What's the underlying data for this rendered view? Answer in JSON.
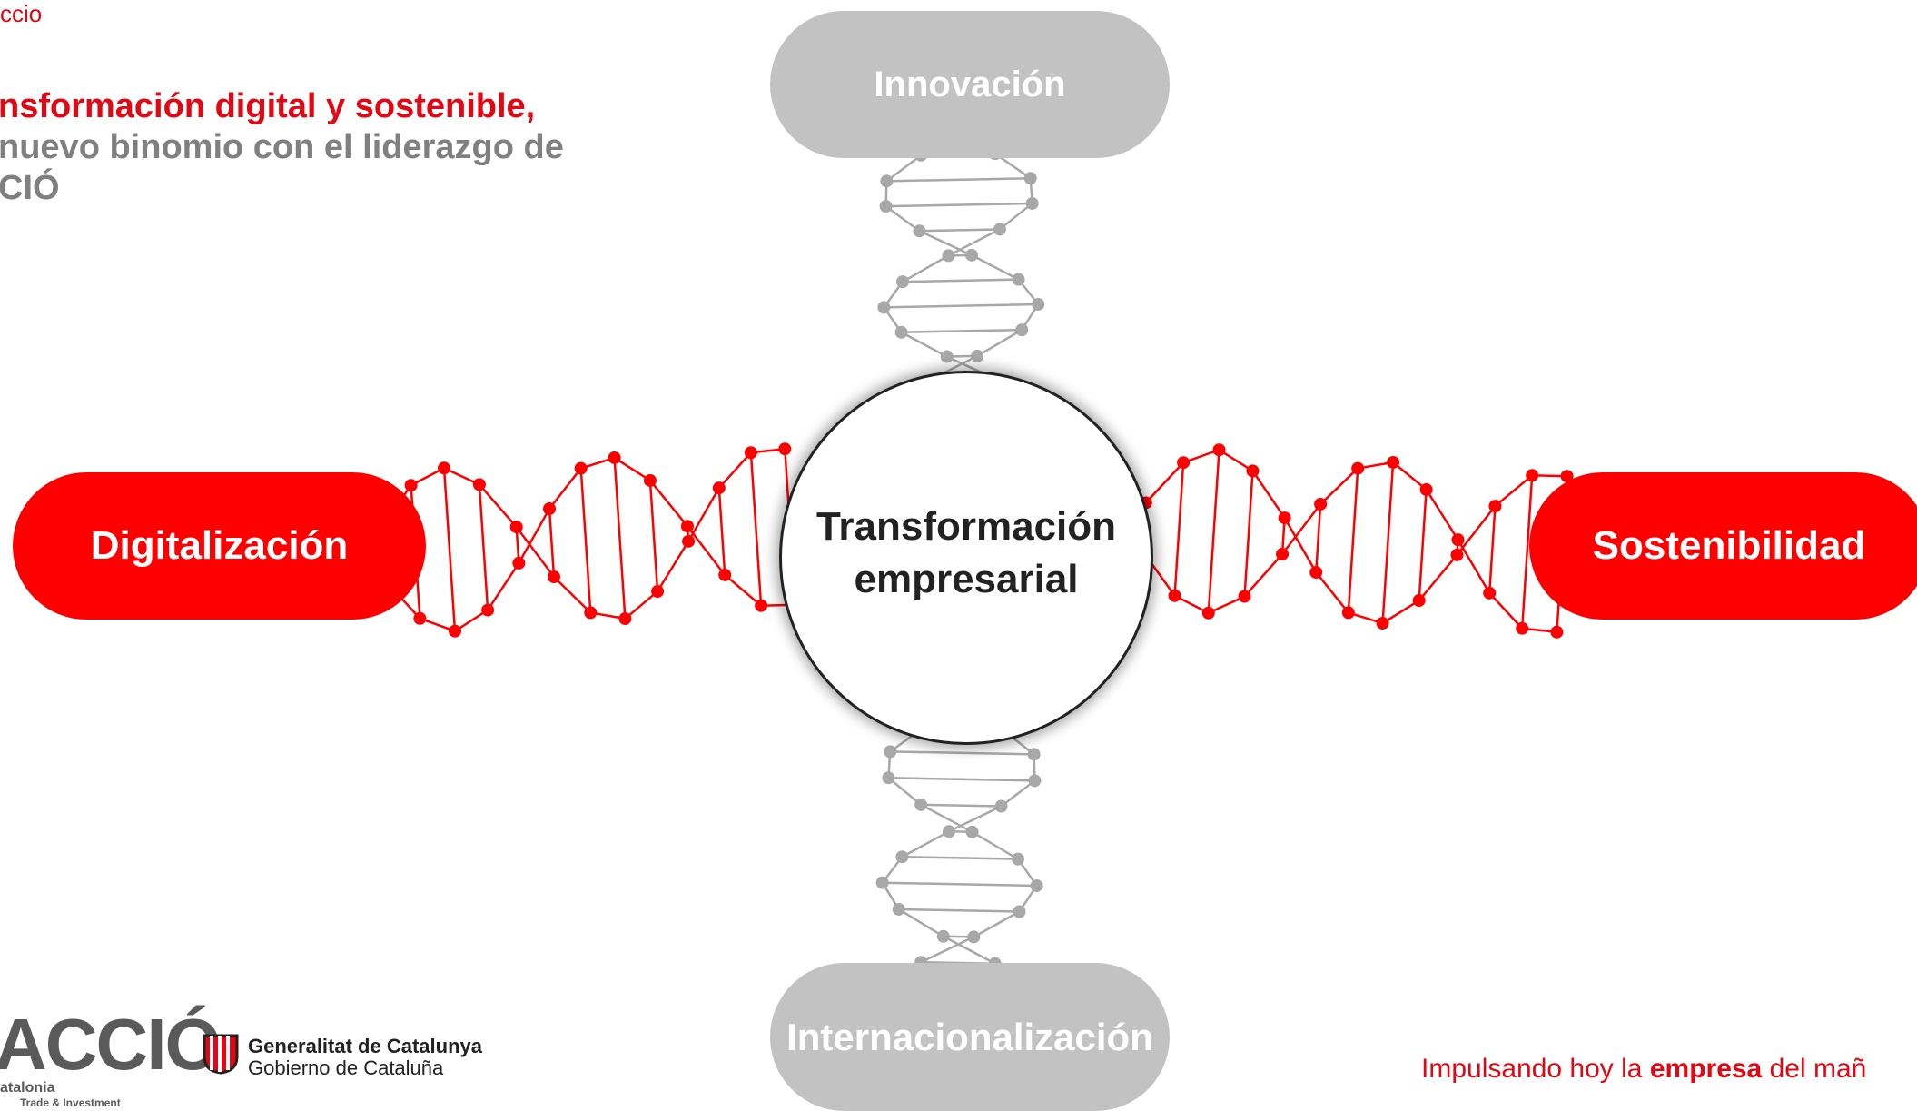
{
  "header": {
    "top_label": "ccio",
    "headline_line1": "nsformación digital y sostenible,",
    "headline_line2": "nuevo binomio con el liderazgo de",
    "headline_line3": "CIÓ"
  },
  "diagram": {
    "center": {
      "line1": "Transformación",
      "line2": "empresarial"
    },
    "top": "Innovación",
    "bottom": "Internacionalización",
    "left": "Digitalización",
    "right": "Sostenibilidad"
  },
  "footer": {
    "logo_text": "ACCIÓ",
    "logo_sub_1": "atalonia",
    "logo_sub_2": "Trade & Investment",
    "gov_name": "Generalitat de Catalunya",
    "gov_sub": "Gobierno de Cataluña",
    "slogan_pre": "Impulsando hoy la ",
    "slogan_bold": "empresa",
    "slogan_post": " del mañ"
  },
  "colors": {
    "red": "#ff0000",
    "brand_red": "#e30613",
    "grey_pill": "#c2c2c2",
    "grey_text": "#808080"
  }
}
